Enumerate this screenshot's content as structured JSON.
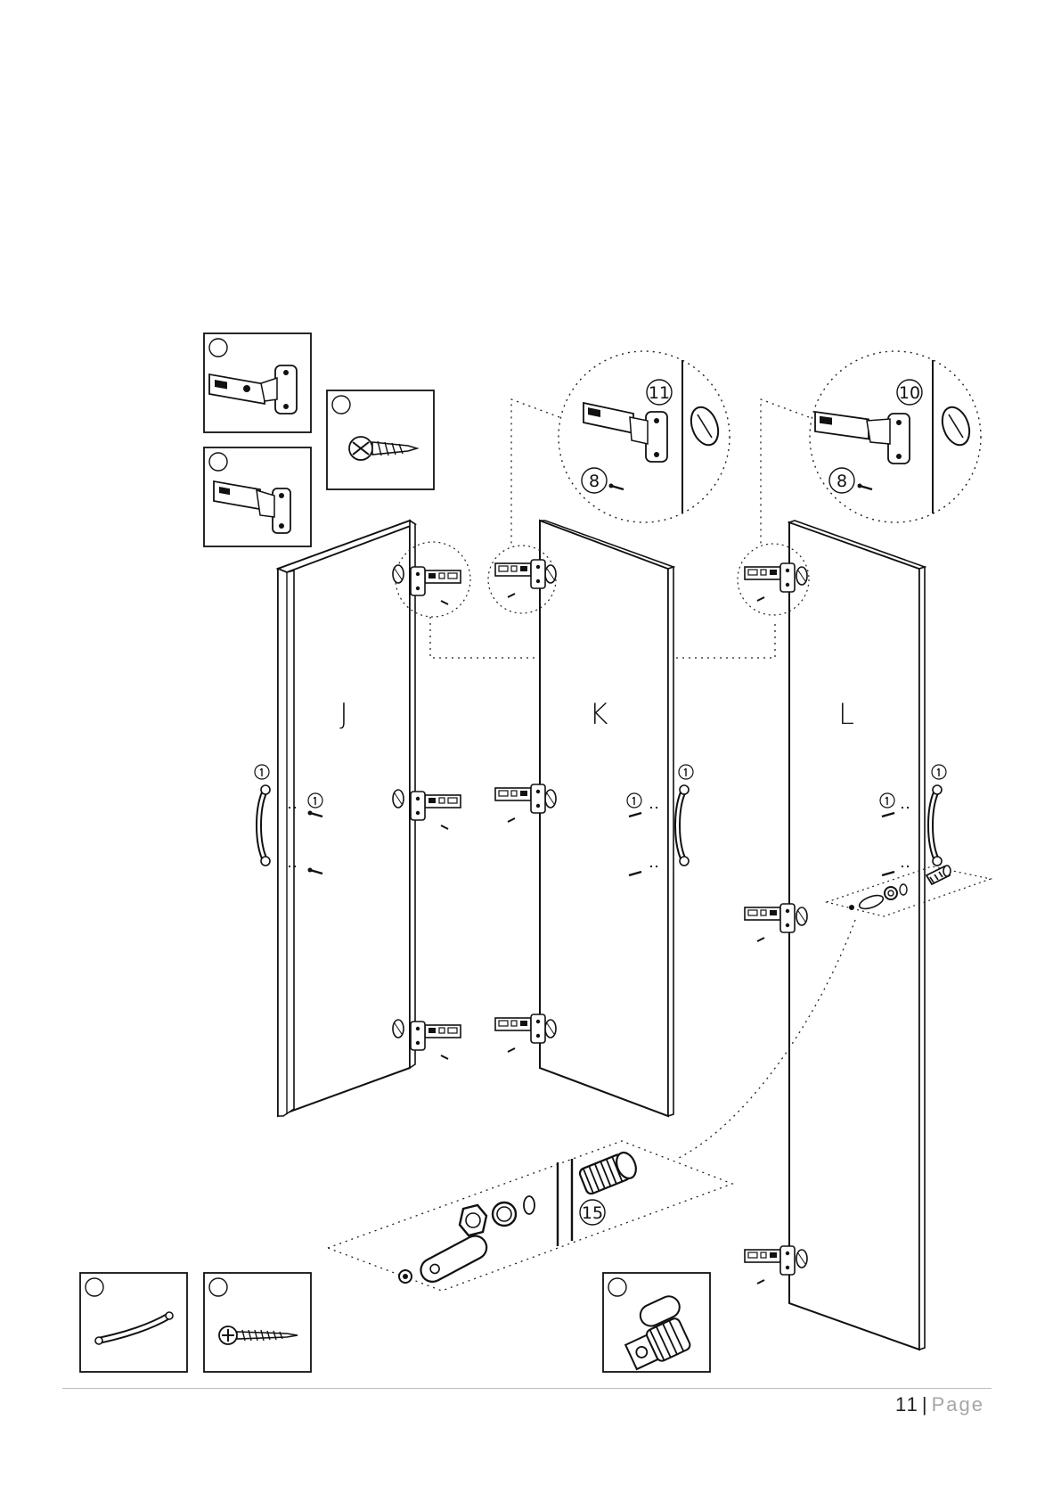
{
  "panels": {
    "left": "J",
    "middle": "K",
    "right": "L"
  },
  "callouts": {
    "hinge_a": "11",
    "hinge_b": "10",
    "screw_a": "8",
    "screw_b": "8",
    "lock": "15",
    "handle": "1"
  },
  "footer": {
    "page_number": "11",
    "separator": "|",
    "page_word": "Page"
  }
}
